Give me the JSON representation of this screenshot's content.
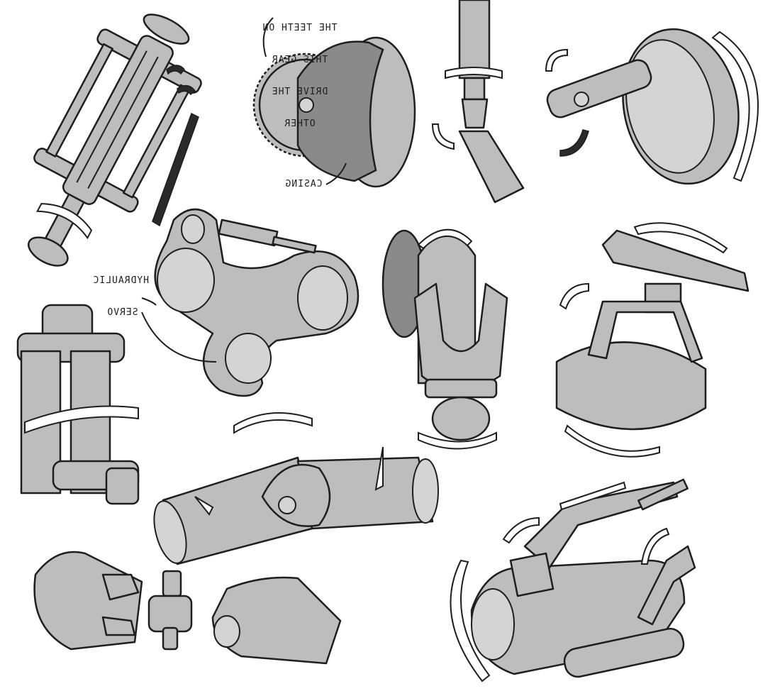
{
  "annotations": {
    "gear_note": [
      "THE TEETH ON",
      "THIS GEAR",
      "DRIVE THE",
      "OTHER"
    ],
    "casing_label": "CASING",
    "servo_label": [
      "HYDRAULIC",
      "SERVO"
    ]
  },
  "colors": {
    "fill": "#bdbdbd",
    "dark_fill": "#8a8a8a",
    "line": "#1e1e1e",
    "background": "#ffffff"
  },
  "text_mirrored": true
}
